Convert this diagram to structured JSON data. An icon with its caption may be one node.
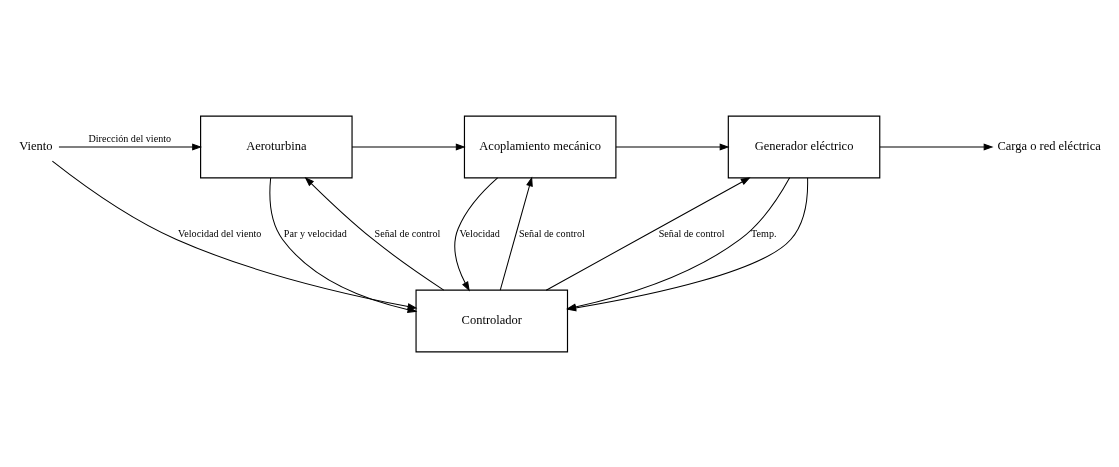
{
  "diagram": {
    "nodes": [
      {
        "text": [
          "Aeroturbina"
        ]
      },
      {
        "text": [
          "Acoplamiento mecánico"
        ]
      },
      {
        "text": [
          "Generador eléctrico"
        ]
      },
      {
        "text": [
          "Controlador"
        ]
      },
      {
        "text": [
          "Viento"
        ]
      },
      {
        "text": [
          "Carga o red eléctrica"
        ]
      }
    ],
    "edges": [
      {
        "from": 4,
        "to": 0,
        "arrow": "to",
        "label": "Dirección del viento"
      },
      {
        "from": 0,
        "to": 1,
        "arrow": "to"
      },
      {
        "from": 1,
        "to": 2,
        "arrow": "to"
      },
      {
        "from": 2,
        "to": 5,
        "arrow": "to"
      },
      {
        "from": 4,
        "to": 3,
        "arrow": "to",
        "label": "Velocidad del viento"
      },
      {
        "from": 3,
        "to": 0,
        "arrow": "to",
        "label": "Señal de control"
      },
      {
        "from": 0,
        "to": 3,
        "arrow": "to",
        "label": "Par y velocidad"
      },
      {
        "from": 3,
        "to": 1,
        "arrow": "to",
        "label": "Señal de control"
      },
      {
        "from": 1,
        "to": 3,
        "arrow": "to",
        "label": "Velocidad"
      },
      {
        "from": 3,
        "to": 2,
        "arrow": "to",
        "label": "Señal de control"
      },
      {
        "from": 2,
        "to": 3,
        "arrow": "to",
        "label": "Temp."
      },
      {
        "from": 2,
        "to": 3,
        "arrow": "to"
      }
    ]
  }
}
